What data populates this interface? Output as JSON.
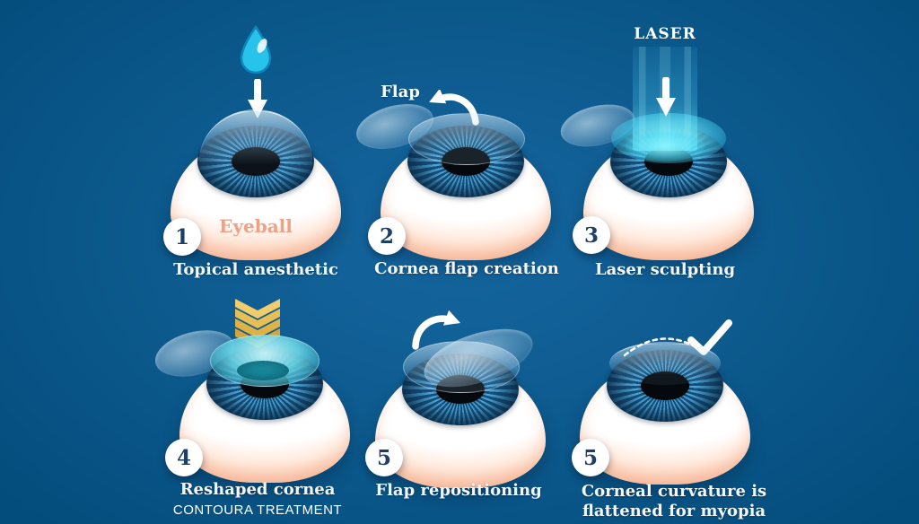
{
  "colors": {
    "background_center": "#15669f",
    "background_edge": "#034d7c",
    "accent_cyan": "#27c3ea",
    "accent_gold": "#e6bd55",
    "eyeball_peach": "#f2a584",
    "iris_blue": "#57b4e4",
    "label_salmon": "#f2a085",
    "badge_number_color": "#1b3f66",
    "caption_color": "#f4f7f9"
  },
  "panels": [
    {
      "number": "1",
      "caption": "Topical anesthetic",
      "eyeball_label": "Eyeball",
      "icons": [
        "water-drop-icon",
        "down-arrow-icon"
      ]
    },
    {
      "number": "2",
      "caption": "Cornea flap creation",
      "flap_label": "Flap",
      "icons": [
        "curved-arrow-left-icon"
      ]
    },
    {
      "number": "3",
      "caption": "Laser sculpting",
      "laser_label": "LASER",
      "icons": [
        "laser-beam",
        "down-arrow-icon"
      ]
    },
    {
      "number": "4",
      "caption": "Reshaped cornea",
      "subcaption": "CONTOURA TREATMENT",
      "icons": [
        "gold-chevrons-icon"
      ]
    },
    {
      "number": "5",
      "caption": "Flap repositioning",
      "icons": [
        "curved-arrow-right-icon"
      ]
    },
    {
      "number": "5",
      "caption_line1": "Corneal curvature is",
      "caption_line2": "flattened for myopia",
      "icons": [
        "checkmark-icon",
        "dashed-arc-icon"
      ]
    }
  ]
}
